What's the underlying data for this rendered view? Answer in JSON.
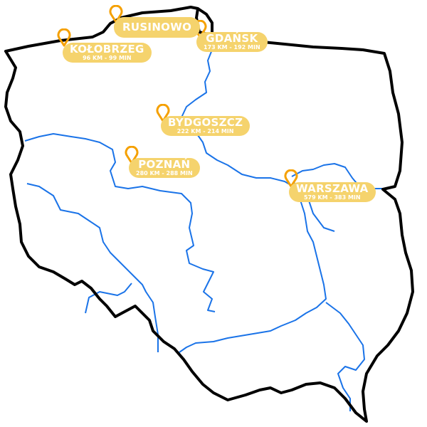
{
  "map": {
    "colors": {
      "border": "#000000",
      "river": "#1a73e8",
      "pin": "#f5a000",
      "label_bg": "#f5d36d",
      "label_text": "#ffffff"
    },
    "locations": [
      {
        "city": "KOŁOBRZEG",
        "distance": "96 KM - 99 MIN"
      },
      {
        "city": "RUSINOWO",
        "distance": ""
      },
      {
        "city": "GDAŃSK",
        "distance": "173 KM - 192 MIN"
      },
      {
        "city": "BYDGOSZCZ",
        "distance": "222 KM - 214 MIN"
      },
      {
        "city": "POZNAŃ",
        "distance": "280 KM - 288 MIN"
      },
      {
        "city": "WARSZAWA",
        "distance": "579 KM - 383 MIN"
      }
    ]
  }
}
